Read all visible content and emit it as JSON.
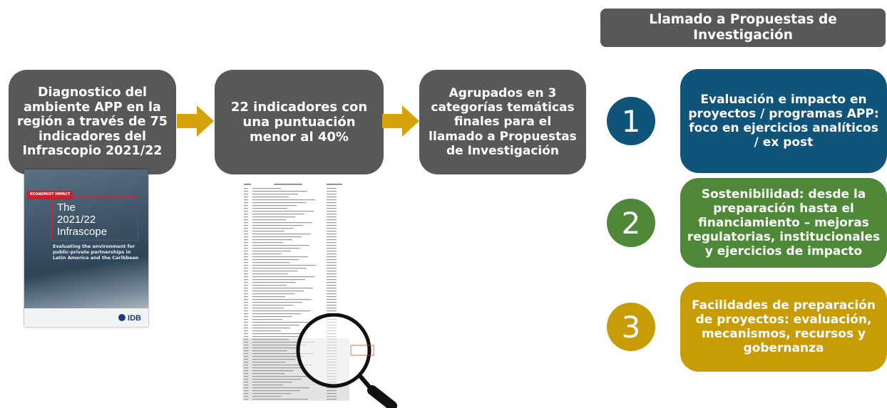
{
  "header": {
    "label": "Llamado a Propuestas de Investigación"
  },
  "steps": [
    {
      "text": "Diagnostico del ambiente APP en la región a través de 75 indicadores del Infrascopio 2021/22"
    },
    {
      "text": "22 indicadores con una puntuación menor al 40%"
    },
    {
      "text": "Agrupados en 3 categorías temáticas finales para el llamado a Propuestas de Investigación"
    }
  ],
  "categories": [
    {
      "number": "1",
      "text": "Evaluación e impacto en proyectos / programas APP: foco en ejercicios analíticos / ex post"
    },
    {
      "number": "2",
      "text": "Sostenibilidad: desde la preparación hasta el financiamiento – mejoras regulatorias, institucionales y ejercicios de impacto"
    },
    {
      "number": "3",
      "text": "Facilidades de preparación de proyectos: evaluación, mecanismos, recursos y gobernanza"
    }
  ],
  "cover": {
    "badge": "ECONOMIST IMPACT",
    "title_line1": "The",
    "title_line2": "2021/22",
    "title_line3": "Infrascope",
    "subtitle": "Evaluating the environment for public-private partnerships in Latin America and the Caribbean",
    "logo": "IDB"
  },
  "colors": {
    "gray_box": "#585858",
    "arrow": "#d4a20a",
    "cat1": "#11547a",
    "cat2": "#4e8838",
    "cat3": "#c79c06"
  }
}
